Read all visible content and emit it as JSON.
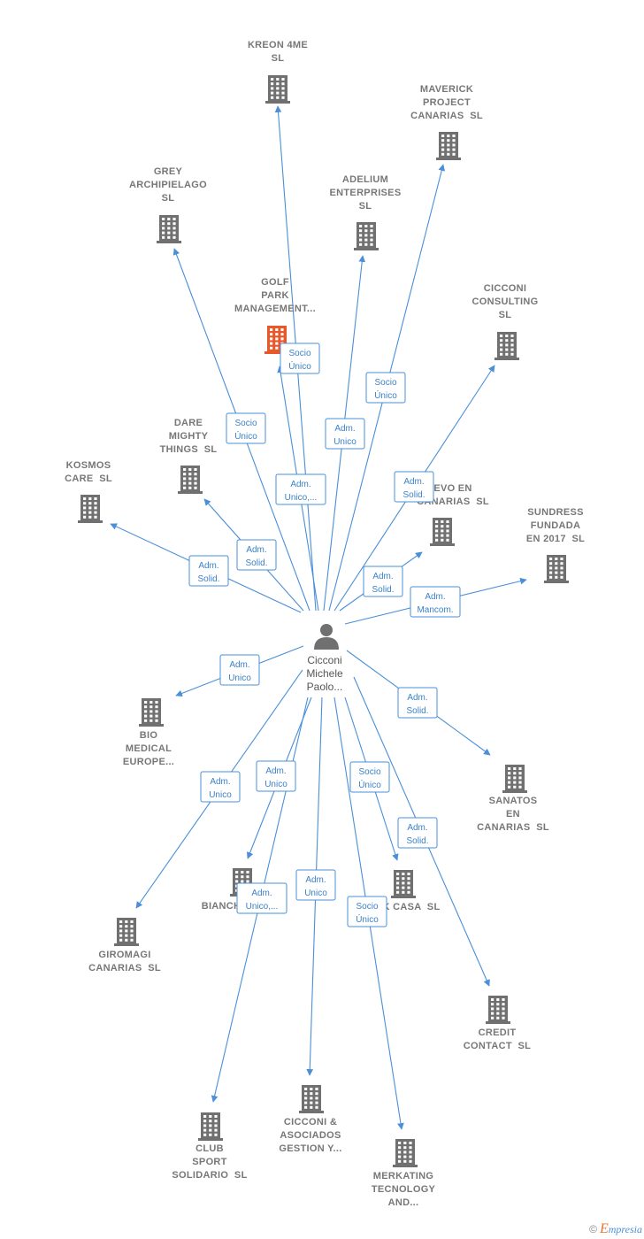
{
  "center": {
    "lines": [
      "Cicconi",
      "Michele",
      "Paolo..."
    ]
  },
  "nodes": [
    {
      "id": "kreon",
      "lines": [
        "KREON 4ME",
        "SL"
      ],
      "highlight": false
    },
    {
      "id": "maverick",
      "lines": [
        "MAVERICK",
        "PROJECT",
        "CANARIAS  SL"
      ],
      "highlight": false
    },
    {
      "id": "grey",
      "lines": [
        "GREY",
        "ARCHIPIELAGO",
        "SL"
      ],
      "highlight": false
    },
    {
      "id": "adelium",
      "lines": [
        "ADELIUM",
        "ENTERPRISES",
        "SL"
      ],
      "highlight": false
    },
    {
      "id": "golf",
      "lines": [
        "GOLF",
        "PARK",
        "MANAGEMENT..."
      ],
      "highlight": true
    },
    {
      "id": "cicconi_consulting",
      "lines": [
        "CICCONI",
        "CONSULTING",
        "SL"
      ],
      "highlight": false
    },
    {
      "id": "dare",
      "lines": [
        "DARE",
        "MIGHTY",
        "THINGS  SL"
      ],
      "highlight": false
    },
    {
      "id": "kosmos",
      "lines": [
        "KOSMOS",
        "CARE  SL"
      ],
      "highlight": false
    },
    {
      "id": "nuevo",
      "lines": [
        "EVO EN",
        "CANARIAS  SL"
      ],
      "highlight": false
    },
    {
      "id": "sundress",
      "lines": [
        "SUNDRESS",
        "FUNDADA",
        "EN 2017  SL"
      ],
      "highlight": false
    },
    {
      "id": "bio",
      "lines": [
        "BIO",
        "MEDICAL",
        "EUROPE..."
      ],
      "highlight": false
    },
    {
      "id": "sanatos",
      "lines": [
        "SANATOS",
        "EN",
        "CANARIAS  SL"
      ],
      "highlight": false
    },
    {
      "id": "giromagi",
      "lines": [
        "GIROMAGI",
        "CANARIAS  SL"
      ],
      "highlight": false
    },
    {
      "id": "bianchi",
      "lines": [
        "BIANCH"
      ],
      "highlight": false
    },
    {
      "id": "casa",
      "lines": [
        "K CASA  SL"
      ],
      "highlight": false
    },
    {
      "id": "credit",
      "lines": [
        "CREDIT",
        "CONTACT  SL"
      ],
      "highlight": false
    },
    {
      "id": "club",
      "lines": [
        "CLUB",
        "SPORT",
        "SOLIDARIO  SL"
      ],
      "highlight": false
    },
    {
      "id": "cicconi_asoc",
      "lines": [
        "CICCONI &",
        "ASOCIADOS",
        "GESTION Y..."
      ],
      "highlight": false
    },
    {
      "id": "merkating",
      "lines": [
        "MERKATING",
        "TECNOLOGY",
        "AND..."
      ],
      "highlight": false
    }
  ],
  "edges": [
    {
      "to": "kreon",
      "label": [
        "Socio",
        "Único"
      ]
    },
    {
      "to": "maverick",
      "label": [
        "Socio",
        "Único"
      ]
    },
    {
      "to": "grey",
      "label": [
        "Socio",
        "Único"
      ]
    },
    {
      "to": "adelium",
      "label": [
        "Adm.",
        "Unico"
      ]
    },
    {
      "to": "golf",
      "label": [
        "Adm.",
        "Unico,..."
      ]
    },
    {
      "to": "cicconi_consulting",
      "label": [
        "Adm.",
        "Solid."
      ]
    },
    {
      "to": "dare",
      "label": [
        "Adm.",
        "Solid."
      ]
    },
    {
      "to": "kosmos",
      "label": [
        "Adm.",
        "Solid."
      ]
    },
    {
      "to": "nuevo",
      "label": [
        "Adm.",
        "Solid."
      ]
    },
    {
      "to": "sundress",
      "label": [
        "Adm.",
        "Mancom."
      ]
    },
    {
      "to": "bio",
      "label": [
        "Adm.",
        "Unico"
      ]
    },
    {
      "to": "sanatos",
      "label": [
        "Adm.",
        "Solid."
      ]
    },
    {
      "to": "giromagi",
      "label": [
        "Adm.",
        "Unico"
      ]
    },
    {
      "to": "bianchi",
      "label": [
        "Adm.",
        "Unico"
      ]
    },
    {
      "to": "casa",
      "label": [
        "Socio",
        "Único"
      ]
    },
    {
      "to": "credit",
      "label": [
        "Adm.",
        "Solid."
      ]
    },
    {
      "to": "club",
      "label": [
        "Adm.",
        "Unico,..."
      ]
    },
    {
      "to": "cicconi_asoc",
      "label": [
        "Adm.",
        "Unico"
      ]
    },
    {
      "to": "merkating",
      "label": [
        "Socio",
        "Único"
      ]
    }
  ],
  "footer": {
    "copyright": "©",
    "brand_first": "E",
    "brand_rest": "mpresia"
  },
  "colors": {
    "edge": "#4a8fd8",
    "building": "#707070",
    "highlight": "#e8582b",
    "person": "#707070"
  }
}
